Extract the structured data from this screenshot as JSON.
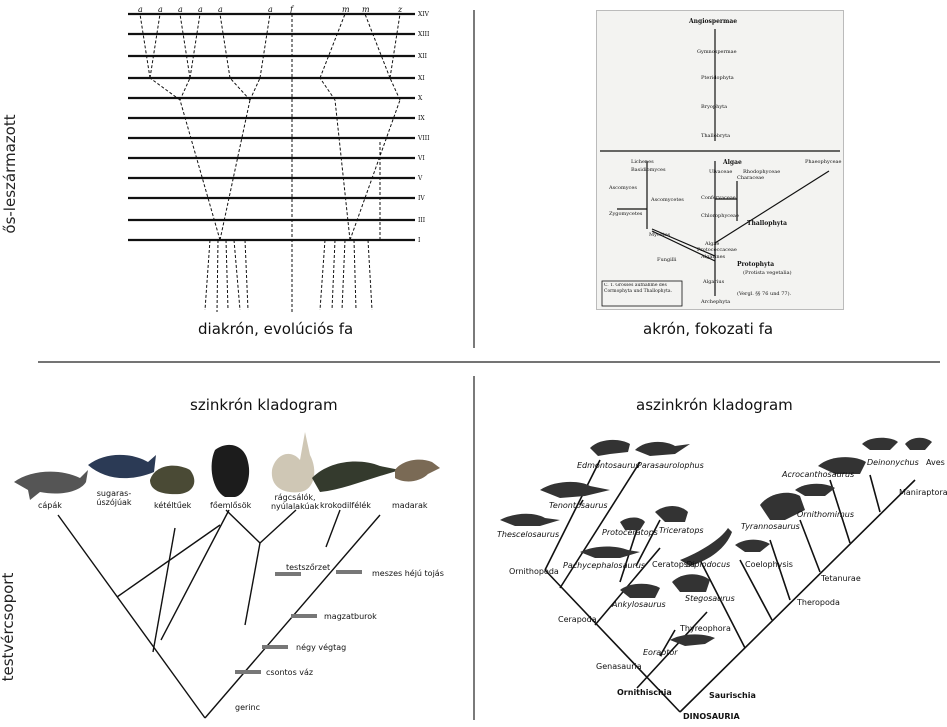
{
  "row_labels": {
    "top": "ős-leszármazott",
    "bottom": "testvércsoport"
  },
  "captions": {
    "tl": "diakrón, evolúciós fa",
    "tr": "akrón, fokozati fa",
    "bl": "szinkrón kladogram",
    "br": "aszinkrón kladogram"
  },
  "haeckel_diagram": {
    "top": "Angiospermae",
    "nodes": [
      "Gymnospermae",
      "Pteridophyta",
      "Bryophyta",
      "Thallobryta"
    ],
    "algae": "Algae",
    "left_group": [
      "Lichenes",
      "Basidiomyces",
      "Ascomyces",
      "Ascomycetes",
      "Zygomycetes",
      "Mycetes",
      "Fungilli"
    ],
    "mid_group": [
      "Ulvaceae",
      "Characeae",
      "Confervaceae",
      "Chlorophyceae",
      "Rhodophyceae"
    ],
    "right_group": "Phaeophyceae",
    "thallophyta": "Thallophyta",
    "bottom_nodes": [
      "Algae",
      "Protococcaceae",
      "Algarines",
      "Algarius",
      "Archephyta"
    ],
    "protophyta": "Protophyta",
    "protophyta_sub": "(Protista vegetalia)",
    "ref": "(Vergl. §§ 76 und 77).",
    "box_text": "C. T. Grosses aufnahme des Cormophyta und Thallophyta."
  },
  "vertebrate_cladogram": {
    "taxa": [
      {
        "label": "cápák"
      },
      {
        "label": "sugaras-\núszójúak"
      },
      {
        "label": "kétéltűek"
      },
      {
        "label": "főemlősök"
      },
      {
        "label": "rágcsálók,\nnyúlalakúak"
      },
      {
        "label": "krokodilfélék"
      },
      {
        "label": "madarak"
      }
    ],
    "characters": [
      "testszőrzet",
      "meszes héjú tojás",
      "magzatburok",
      "négy végtag",
      "csontos váz"
    ],
    "root": "gerinc"
  },
  "dinosaur_cladogram": {
    "taxa": [
      "Edmontosaurus",
      "Parasaurolophus",
      "Tenontosaurus",
      "Thescelosaurus",
      "Protoceratops",
      "Triceratops",
      "Pachycephalosaurus",
      "Ankylosaurus",
      "Stegosaurus",
      "Eoraptor",
      "Diplodocus",
      "Coelophysis",
      "Tyrannosaurus",
      "Ornithomimus",
      "Acrocanthosaurus",
      "Deinonychus",
      "Aves"
    ],
    "clades": [
      "Ornithopoda",
      "Ceratopsia",
      "Cerapoda",
      "Thyreophora",
      "Genasauria",
      "Tetanurae",
      "Theropoda",
      "Maniraptora"
    ],
    "bold": [
      "Ornithischia",
      "Saurischia",
      "DINOSAURIA"
    ]
  }
}
